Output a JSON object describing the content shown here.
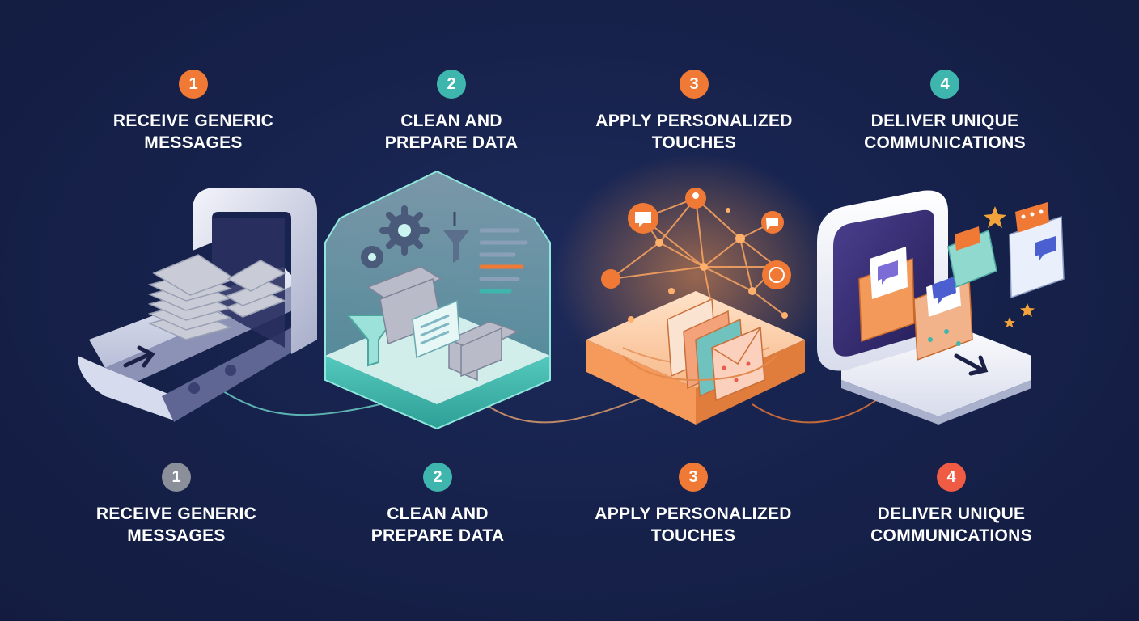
{
  "colors": {
    "background": "#16214a",
    "step1": "#f07a35",
    "step2": "#3fb6ad",
    "step3": "#f07a35",
    "step4": "#3fb6ad",
    "bottom_step1": "#8a8f9a",
    "bottom_step2": "#3fb6ad",
    "bottom_step3": "#f07a35",
    "bottom_step4": "#ef5b43",
    "text": "#ffffff"
  },
  "top_steps": [
    {
      "number": "1",
      "line1": "RECEIVE GENERIC",
      "line2": "MESSAGES"
    },
    {
      "number": "2",
      "line1": "CLEAN AND",
      "line2": "PREPARE DATA"
    },
    {
      "number": "3",
      "line1": "APPLY PERSONALIZED",
      "line2": "TOUCHES"
    },
    {
      "number": "4",
      "line1": "DELIVER UNIQUE",
      "line2": "COMMUNICATIONS"
    }
  ],
  "bottom_steps": [
    {
      "number": "1",
      "line1": "RECEIVE GENERIC",
      "line2": "MESSAGES"
    },
    {
      "number": "2",
      "line1": "CLEAN AND",
      "line2": "PREPARE DATA"
    },
    {
      "number": "3",
      "line1": "APPLY PERSONALIZED",
      "line2": "TOUCHES"
    },
    {
      "number": "4",
      "line1": "DELIVER UNIQUE",
      "line2": "COMMUNICATIONS"
    }
  ],
  "icons": {
    "stage1": "conveyor-envelopes-icon",
    "stage2": "data-cleaning-gears-funnel-icon",
    "stage3": "personalization-network-icon",
    "stage4": "delivery-screen-envelopes-icon"
  }
}
